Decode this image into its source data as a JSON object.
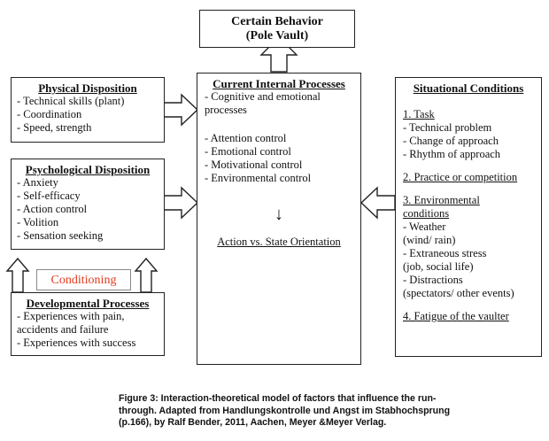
{
  "behavior": {
    "title": "Certain Behavior",
    "subtitle": "(Pole Vault)"
  },
  "physical": {
    "title": "Physical Disposition",
    "items": [
      "- Technical skills (plant)",
      "- Coordination",
      "- Speed, strength"
    ]
  },
  "psychological": {
    "title": "Psychological  Disposition",
    "items": [
      "- Anxiety",
      "- Self-efficacy",
      "- Action control",
      "- Volition",
      "- Sensation seeking"
    ]
  },
  "conditioning": {
    "label": "Conditioning",
    "color": "#e03a1e"
  },
  "developmental": {
    "title": "Developmental Processes",
    "items": [
      "- Experiences with pain,",
      "accidents and failure",
      "- Experiences with success"
    ]
  },
  "internal": {
    "title": "Current Internal Processes",
    "intro": [
      "- Cognitive and emotional",
      "processes"
    ],
    "items": [
      "- Attention control",
      "- Emotional control",
      "- Motivational control",
      "- Environmental control"
    ],
    "arrow_glyph": "↓",
    "orientation": "Action vs. State Orientation"
  },
  "situational": {
    "title": "Situational Conditions",
    "task_heading": "1. Task",
    "task_items": [
      "- Technical problem",
      "- Change of approach",
      "- Rhythm of approach"
    ],
    "practice": "2. Practice or competition",
    "env_heading": [
      "3. Environmental",
      "conditions"
    ],
    "env_items": [
      "- Weather",
      "(wind/ rain)",
      "- Extraneous stress",
      "(job, social life)",
      "- Distractions",
      "(spectators/ other events)"
    ],
    "fatigue": "4. Fatigue of the vaulter"
  },
  "caption": {
    "lines": [
      "Figure 3: Interaction-theoretical model of factors that influence the run-",
      "through. Adapted from Handlungskontrolle und Angst im Stabhochsprung",
      "(p.166), by Ralf Bender, 2011, Aachen, Meyer &Meyer Verlag."
    ]
  }
}
